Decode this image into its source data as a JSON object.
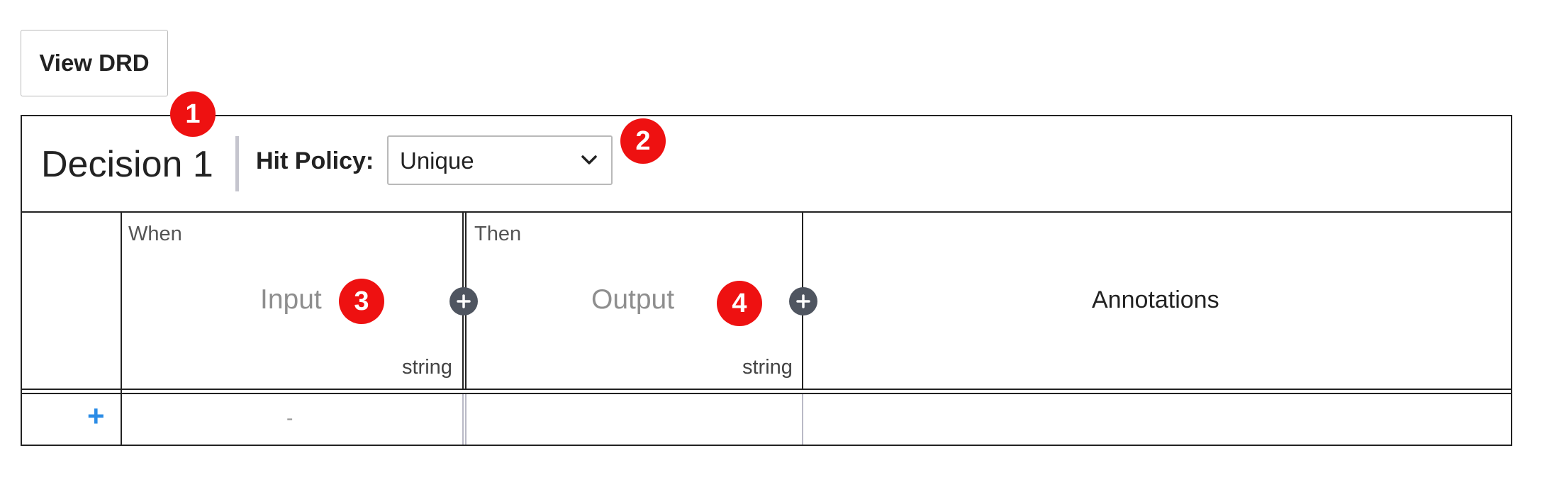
{
  "toolbar": {
    "view_drd_label": "View DRD"
  },
  "decision": {
    "name": "Decision 1",
    "hit_policy_label": "Hit Policy:",
    "hit_policy_value": "Unique"
  },
  "table": {
    "input": {
      "clause_label": "When",
      "placeholder": "Input",
      "type_ref": "string"
    },
    "output": {
      "clause_label": "Then",
      "placeholder": "Output",
      "type_ref": "string"
    },
    "annotations_title": "Annotations",
    "rules": [
      {
        "input": "-",
        "output": "",
        "annotation": ""
      }
    ],
    "add_rule_label": "+"
  },
  "callouts": [
    "1",
    "2",
    "3",
    "4"
  ],
  "colors": {
    "callout": "#ee1111",
    "add_rule": "#2b8ce6",
    "add_column": "#4f5560"
  },
  "icons": {
    "select_arrow": "chevron-down-icon",
    "add_input": "plus-icon",
    "add_output": "plus-icon"
  }
}
